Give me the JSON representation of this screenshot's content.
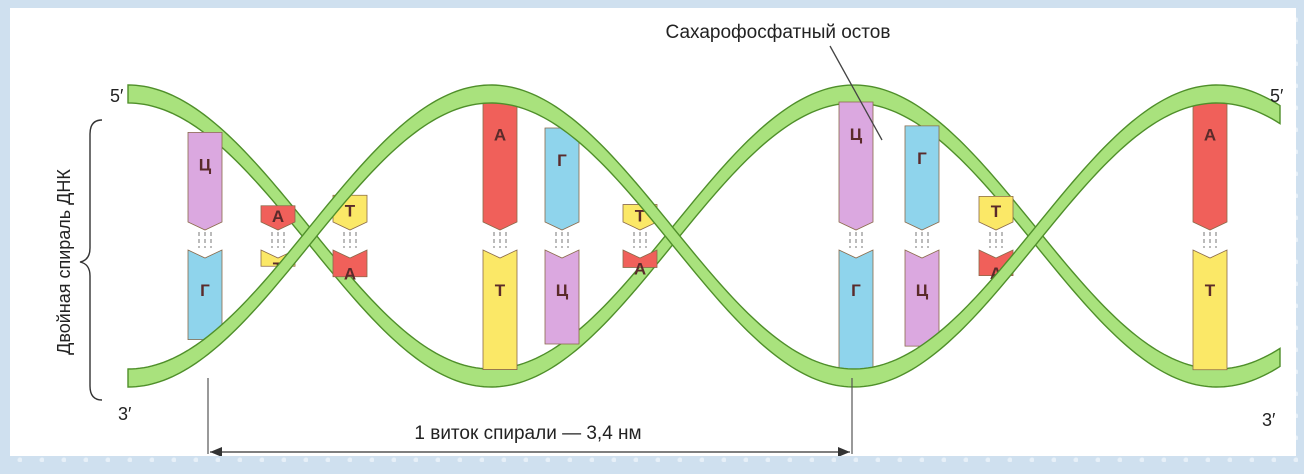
{
  "title": "Сахарофосфатный остов",
  "side_label": "Двойная спираль ДНК",
  "end_top_left": "5′",
  "end_bottom_left": "3′",
  "end_top_right": "5′",
  "end_bottom_right": "3′",
  "measure_label": "1 виток спирали — 3,4 нм",
  "colors": {
    "backbone": "#a9e27d",
    "backbone_stroke": "#4f8f2a",
    "A": "#f0605a",
    "T": "#fbe867",
    "G": "#8fd4ec",
    "C": "#dba8e0"
  },
  "pairs": [
    {
      "top": "Ц",
      "bottom": "Г"
    },
    {
      "top": "А",
      "bottom": "Т"
    },
    {
      "top": "Т",
      "bottom": "А"
    },
    {
      "top": "А",
      "bottom": "Т"
    },
    {
      "top": "Г",
      "bottom": "Ц"
    },
    {
      "top": "Т",
      "bottom": "А"
    },
    {
      "top": "Ц",
      "bottom": "Г"
    },
    {
      "top": "Г",
      "bottom": "Ц"
    },
    {
      "top": "Т",
      "bottom": "А"
    },
    {
      "top": "А",
      "bottom": "Т"
    }
  ]
}
